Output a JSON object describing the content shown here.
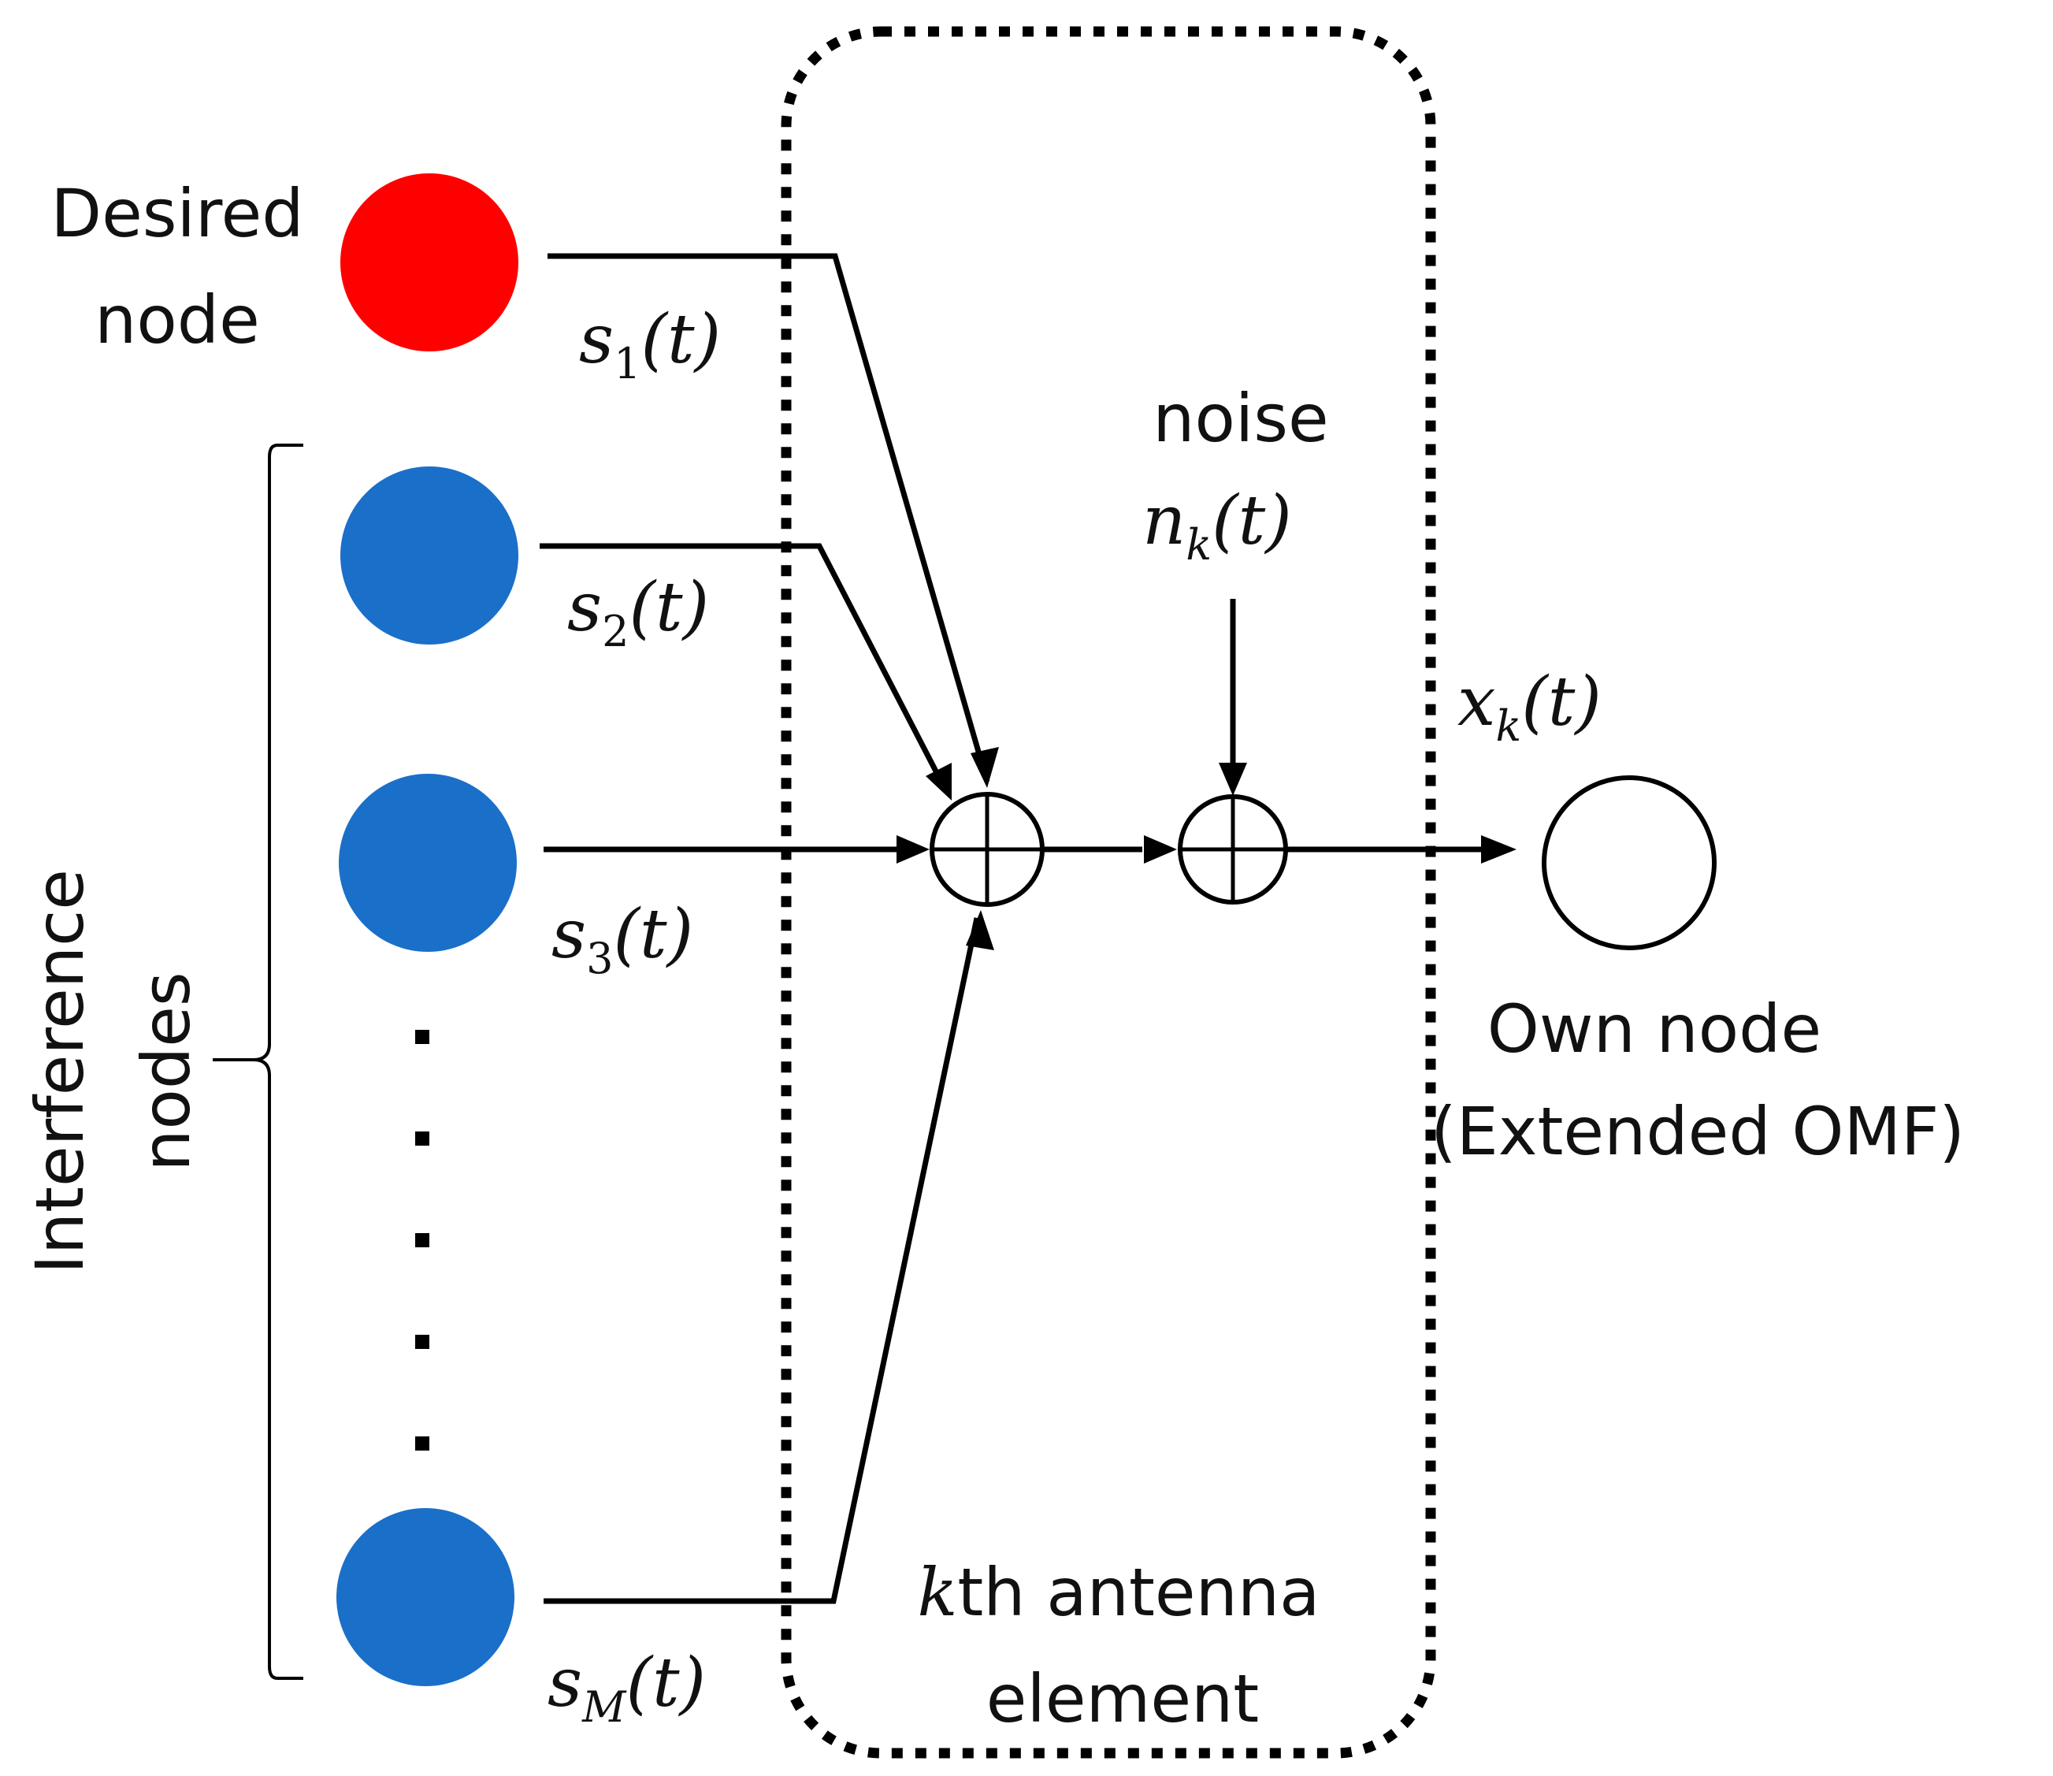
{
  "colors": {
    "desired_node": "#ff0000",
    "interference_node": "#1a6fc9",
    "own_node": "#ffffff",
    "stroke": "#000000"
  },
  "labels": {
    "desired_node_line1": "Desired",
    "desired_node_line2": "node",
    "interference_nodes_line1": "Interference",
    "interference_nodes_line2": "nodes",
    "noise": "noise",
    "own_node_line1": "Own node",
    "own_node_line2": "(Extended OMF)",
    "antenna_k": "k",
    "antenna_rest": "th antenna",
    "antenna_line2": "element"
  },
  "signals": {
    "s1": {
      "base": "s",
      "sub": "1",
      "arg": "(t)"
    },
    "s2": {
      "base": "s",
      "sub": "2",
      "arg": "(t)"
    },
    "s3": {
      "base": "s",
      "sub": "3",
      "arg": "(t)"
    },
    "sM": {
      "base": "s",
      "sub": "M",
      "arg": "(t)"
    },
    "noise": {
      "base": "n",
      "sub": "k",
      "arg": "(t)"
    },
    "output": {
      "base": "x",
      "sub": "k",
      "arg": "(t)"
    }
  },
  "icons": {
    "summer_1": "summing-junction-icon",
    "summer_2": "summing-junction-icon",
    "ellipsis": "vertical-ellipsis-icon"
  }
}
